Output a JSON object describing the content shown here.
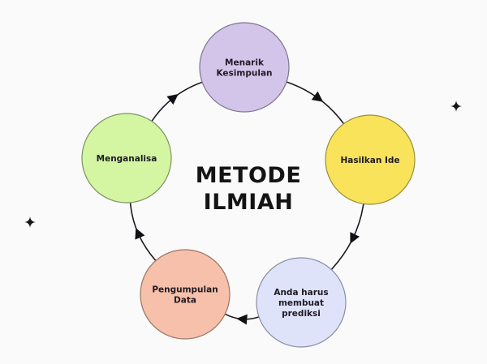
{
  "title": {
    "lines": [
      "METODE",
      "ILMIAH"
    ]
  },
  "steps": [
    {
      "id": "menarik-kesimpulan",
      "lines": [
        "Menarik",
        "Kesimpulan"
      ],
      "color": "#d3c5ea",
      "stroke": "#7d7590"
    },
    {
      "id": "hasilkan-ide",
      "lines": [
        "Hasilkan Ide"
      ],
      "color": "#f8e35a",
      "stroke": "#9c8d3a"
    },
    {
      "id": "anda-harus-membuat-prediksi",
      "lines": [
        "Anda harus",
        "membuat",
        "prediksi"
      ],
      "color": "#dfe3fa",
      "stroke": "#8a8ea3"
    },
    {
      "id": "pengumpulan-data",
      "lines": [
        "Pengumpulan",
        "Data"
      ],
      "color": "#f6c0aa",
      "stroke": "#9a7466"
    },
    {
      "id": "menganalisa",
      "lines": [
        "Menganalisa"
      ],
      "color": "#d4f5a2",
      "stroke": "#7c9460"
    }
  ],
  "flow": [
    {
      "from": "menarik-kesimpulan",
      "to": "hasilkan-ide"
    },
    {
      "from": "hasilkan-ide",
      "to": "anda-harus-membuat-prediksi"
    },
    {
      "from": "anda-harus-membuat-prediksi",
      "to": "pengumpulan-data"
    },
    {
      "from": "pengumpulan-data",
      "to": "menganalisa"
    },
    {
      "from": "menganalisa",
      "to": "menarik-kesimpulan"
    }
  ],
  "decorations": [
    "sparkle-star",
    "sparkle-star"
  ],
  "colors": {
    "background": "#fbfafb",
    "line": "#1c1a1e",
    "text": "#1f1a22"
  }
}
